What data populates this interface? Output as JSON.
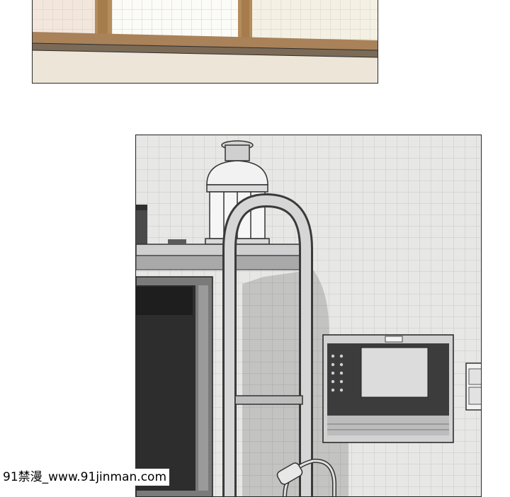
{
  "panels": [
    {
      "id": "top",
      "scene": "shoji-window-ledge"
    },
    {
      "id": "bottom",
      "scene": "kitchen-corner-with-lantern-shelf-and-intercom"
    }
  ],
  "watermark": {
    "text": "91禁漫_www.91jinman.com"
  },
  "colors": {
    "wood": "#b58c5c",
    "wall_tile": "#e7e7e5",
    "shadow": "#3b3b3b",
    "intercom_screen": "#dcdcdc"
  }
}
